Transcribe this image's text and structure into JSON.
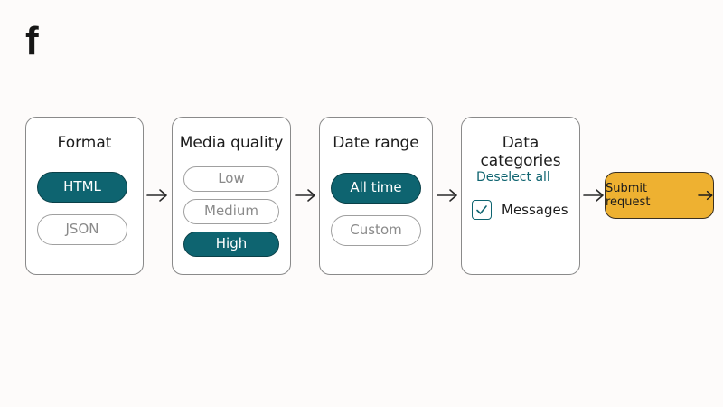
{
  "logo": {
    "text": "f",
    "icon": "facebook-logo-icon"
  },
  "steps": {
    "format": {
      "title": "Format",
      "options": [
        {
          "label": "HTML",
          "selected": true
        },
        {
          "label": "JSON",
          "selected": false
        }
      ]
    },
    "media_quality": {
      "title": "Media quality",
      "options": [
        {
          "label": "Low",
          "selected": false
        },
        {
          "label": "Medium",
          "selected": false
        },
        {
          "label": "High",
          "selected": true
        }
      ]
    },
    "date_range": {
      "title": "Date range",
      "options": [
        {
          "label": "All time",
          "selected": true
        },
        {
          "label": "Custom",
          "selected": false
        }
      ]
    },
    "data_categories": {
      "title": "Data categories",
      "deselect_label": "Deselect all",
      "items": [
        {
          "label": "Messages",
          "checked": true
        }
      ]
    }
  },
  "submit": {
    "label": "Submit request",
    "icon": "arrow-right-icon"
  },
  "colors": {
    "accent": "#0e6470",
    "submit_bg": "#eeb131",
    "background": "#fdfbfa"
  }
}
